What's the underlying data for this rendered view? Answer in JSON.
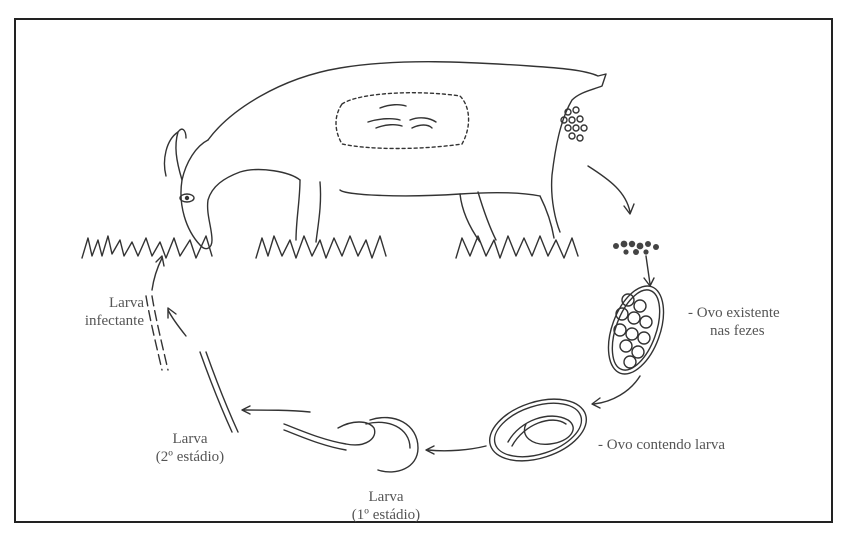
{
  "labels": {
    "egg_in_feces_1": "- Ovo existente",
    "egg_in_feces_2": "nas fezes",
    "egg_with_larva": "- Ovo contendo larva",
    "larva_l1_1": "Larva",
    "larva_l1_2": "(1º estádio)",
    "larva_l2_1": "Larva",
    "larva_l2_2": "(2º estádio)",
    "larva_inf_1": "Larva",
    "larva_inf_2": "infectante"
  },
  "icons": [
    "goat-icon",
    "grass-icon",
    "intestine-icon",
    "egg-icon",
    "larva-icon",
    "arrow-icon"
  ],
  "colors": {
    "line": "#333333",
    "text": "#555555",
    "border": "#222222"
  }
}
